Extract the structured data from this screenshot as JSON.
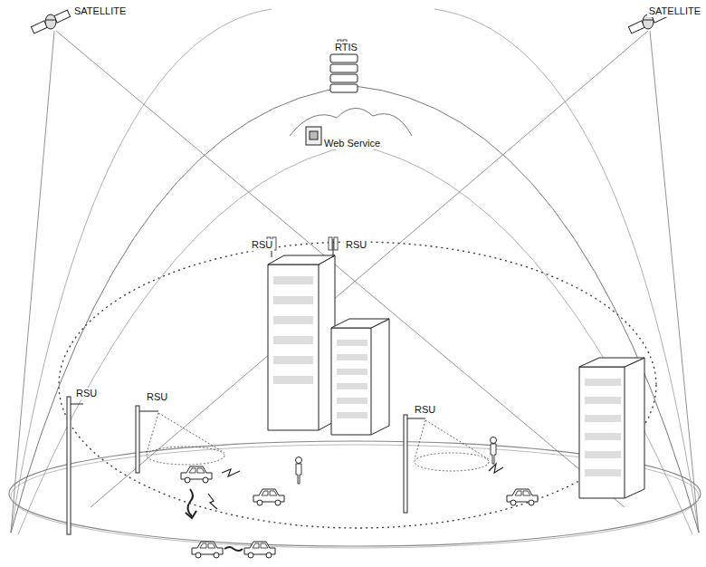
{
  "diagram": {
    "labels": [
      "SATELLITE",
      "SATELLITE",
      "RTIS",
      "Web Service",
      "RSU",
      "RSU",
      "RSU",
      "RSU",
      "RSU"
    ]
  }
}
